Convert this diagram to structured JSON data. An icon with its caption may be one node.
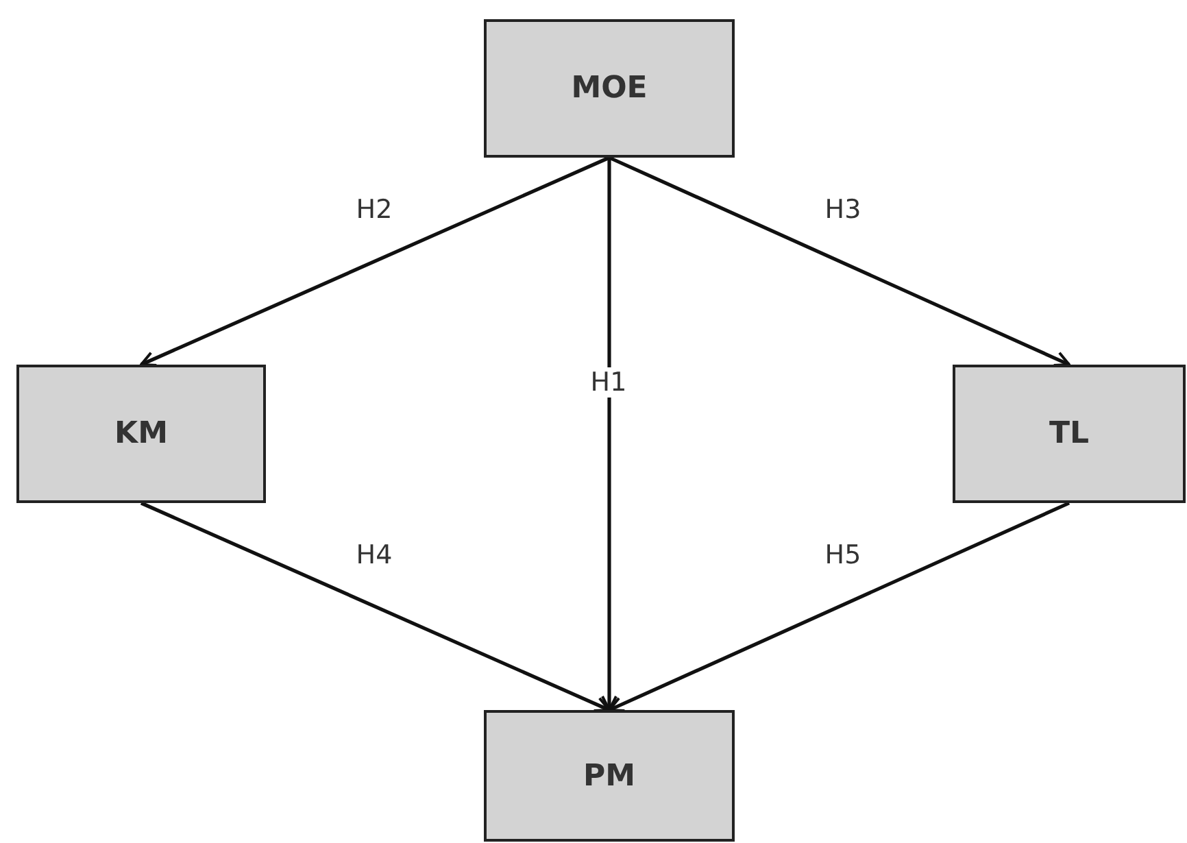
{
  "diagram": {
    "nodes": [
      {
        "text": [
          "MOE"
        ]
      },
      {
        "text": [
          "KM"
        ]
      },
      {
        "text": [
          "TL"
        ]
      },
      {
        "text": [
          "PM"
        ]
      }
    ],
    "edges": [
      {
        "from": 0,
        "to": 1,
        "arrow": "to",
        "label": "H2"
      },
      {
        "from": 0,
        "to": 3,
        "arrow": "to",
        "label": "H1"
      },
      {
        "from": 0,
        "to": 2,
        "arrow": "to",
        "label": "H3"
      },
      {
        "from": 1,
        "to": 3,
        "arrow": "to",
        "label": "H4"
      },
      {
        "from": 2,
        "to": 3,
        "arrow": "to",
        "label": "H5"
      }
    ]
  }
}
